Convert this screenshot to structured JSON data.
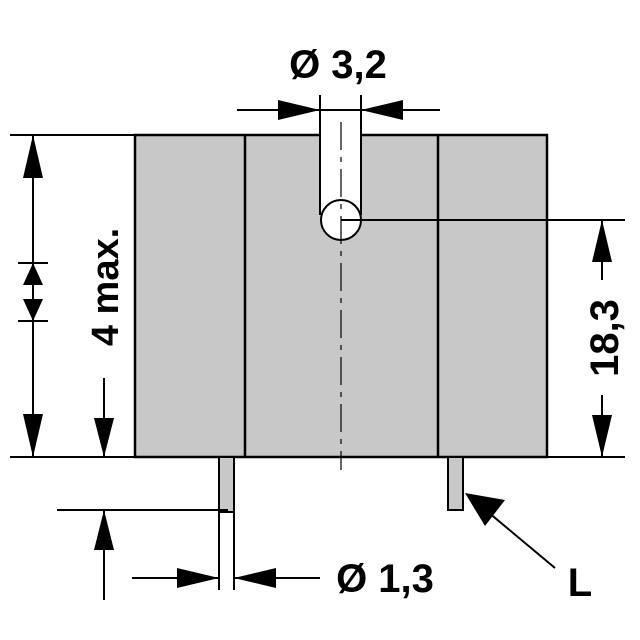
{
  "dimensions": {
    "hole_diameter": "Ø 3,2",
    "pin_diameter": "Ø 1,3",
    "hole_height": "18,3",
    "pin_length": "4 max.",
    "length_symbol": "L"
  },
  "colors": {
    "body_fill": "#c8c8c8",
    "line": "#000000",
    "background": "#ffffff"
  }
}
